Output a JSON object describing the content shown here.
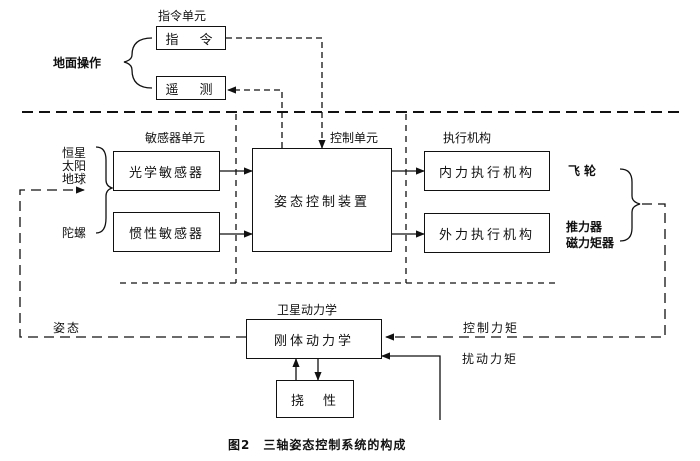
{
  "ground": {
    "title": "指令单元",
    "operation": "地面操作",
    "command": "指　令",
    "telemetry": "遥　测"
  },
  "sensors": {
    "title": "敏感器单元",
    "references": [
      "恒星",
      "太阳",
      "地球"
    ],
    "gyro": "陀螺",
    "optical": "光学敏感器",
    "inertial": "惯性敏感器"
  },
  "control": {
    "title": "控制单元",
    "device": "姿态控制装置"
  },
  "actuators": {
    "title": "执行机构",
    "internal": "内力执行机构",
    "external": "外力执行机构",
    "flywheel": "飞轮",
    "thruster": "推力器",
    "magnetic": "磁力矩器"
  },
  "dynamics": {
    "title": "卫星动力学",
    "rigid": "刚体动力学",
    "flexible": "挠　性",
    "attitude": "姿态",
    "control_torque": "控制力矩",
    "disturbance_torque": "扰动力矩"
  },
  "caption": "图2　三轴姿态控制系统的构成"
}
